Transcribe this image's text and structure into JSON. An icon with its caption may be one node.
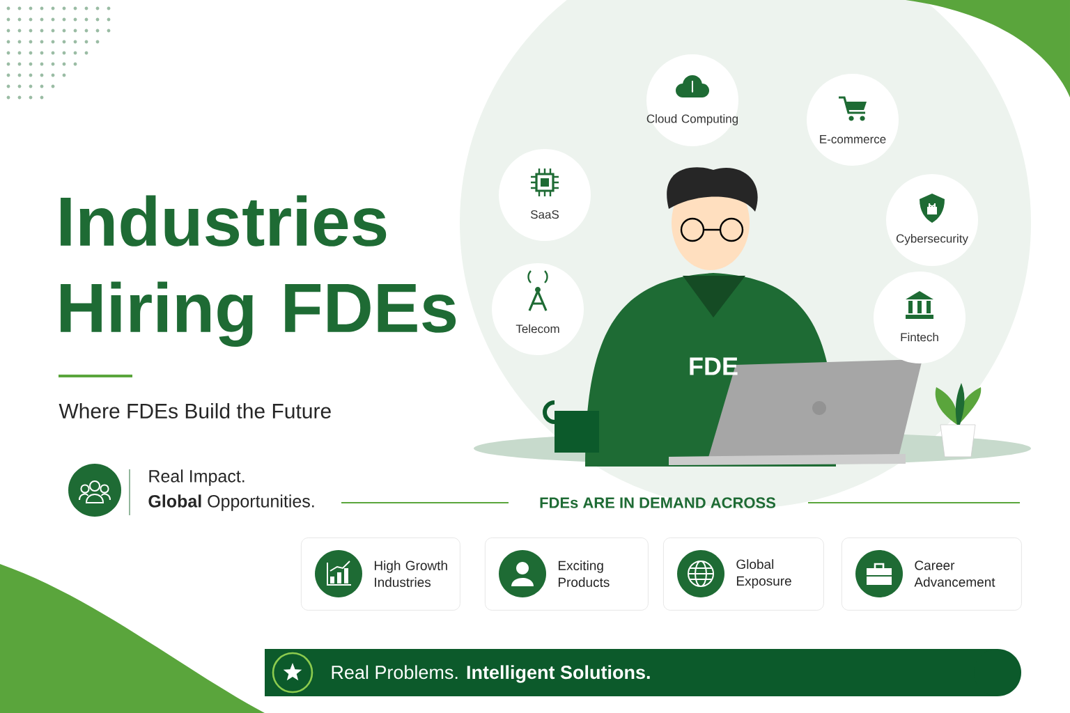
{
  "diagram": {
    "title": "Industries Hiring FDEs",
    "nodes": [
      {
        "text": [
          "Cloud Computing"
        ]
      },
      {
        "text": [
          "E-commerce"
        ]
      },
      {
        "text": [
          "SaaS"
        ]
      },
      {
        "text": [
          "Cybersecurity"
        ]
      },
      {
        "text": [
          "Telecom"
        ]
      },
      {
        "text": [
          "Fintech"
        ]
      },
      {
        "text": [
          "High Growth Industries"
        ]
      },
      {
        "text": [
          "Exciting Products"
        ]
      },
      {
        "text": [
          "Global Exposure"
        ]
      },
      {
        "text": [
          "Career Advancement"
        ]
      },
      {
        "text": [
          "Real Problems. **Intelligent Solutions.**"
        ]
      }
    ],
    "labels": [
      "FDE",
      "Where FDEs Build the Future",
      "Real Impact.",
      "**Global** Opportunities.",
      "FDEs ARE IN DEMAND ACROSS"
    ]
  }
}
